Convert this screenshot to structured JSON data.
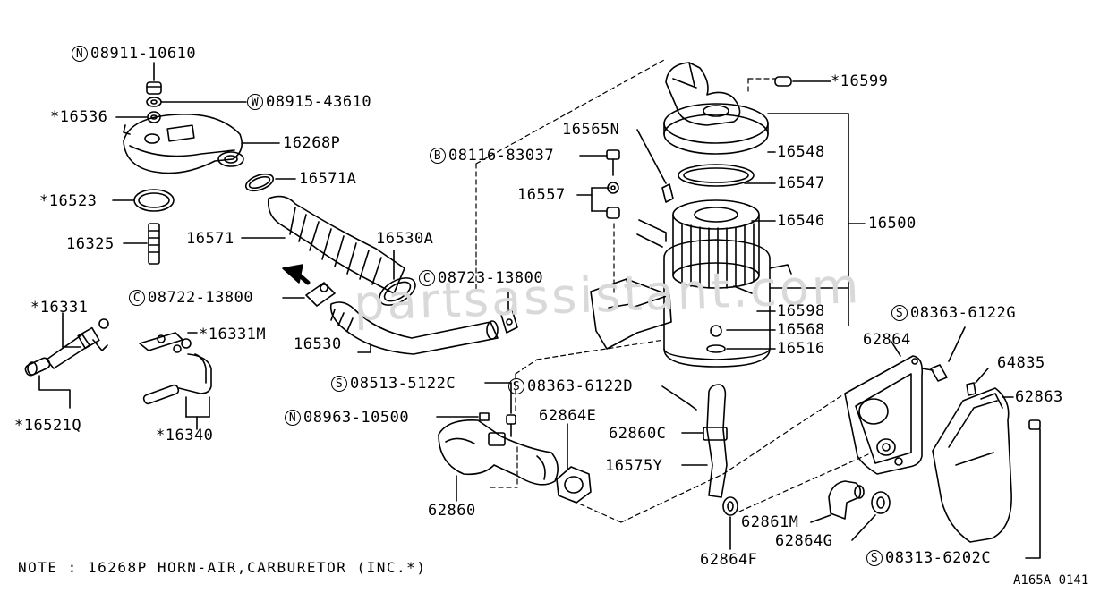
{
  "watermark": "partsassistant.com",
  "labels": {
    "n_08911_10610": {
      "prefix": "N",
      "text": "08911-10610"
    },
    "w_08915_43610": {
      "prefix": "W",
      "text": "08915-43610"
    },
    "p16536": {
      "text": "*16536"
    },
    "p16268P": {
      "text": "16268P"
    },
    "p16571A": {
      "text": "16571A"
    },
    "p16523": {
      "text": "*16523"
    },
    "p16325": {
      "text": "16325"
    },
    "p16571": {
      "text": "16571"
    },
    "p16530A": {
      "text": "16530A"
    },
    "c_08723_13800": {
      "prefix": "C",
      "text": "08723-13800"
    },
    "c_08722_13800": {
      "prefix": "C",
      "text": "08722-13800"
    },
    "p16331": {
      "text": "*16331"
    },
    "p16331M": {
      "text": "*16331M"
    },
    "p16530": {
      "text": "16530"
    },
    "p16521Q": {
      "text": "*16521Q"
    },
    "p16340": {
      "text": "*16340"
    },
    "p16599": {
      "text": "*16599"
    },
    "p16565N": {
      "text": "16565N"
    },
    "b_08116_83037": {
      "prefix": "B",
      "text": "08116-83037"
    },
    "p16548": {
      "text": "16548"
    },
    "p16547": {
      "text": "16547"
    },
    "p16557": {
      "text": "16557"
    },
    "p16546": {
      "text": "16546"
    },
    "p16500": {
      "text": "16500"
    },
    "p16598": {
      "text": "16598"
    },
    "p16568": {
      "text": "16568"
    },
    "p16516": {
      "text": "16516"
    },
    "s_08363_6122G": {
      "prefix": "S",
      "text": "08363-6122G"
    },
    "p62864": {
      "text": "62864"
    },
    "p64835": {
      "text": "64835"
    },
    "p62863": {
      "text": "62863"
    },
    "s_08513_5122C": {
      "prefix": "S",
      "text": "08513-5122C"
    },
    "s_08363_6122D": {
      "prefix": "S",
      "text": "08363-6122D"
    },
    "n_08963_10500": {
      "prefix": "N",
      "text": "08963-10500"
    },
    "p62864E": {
      "text": "62864E"
    },
    "p62860C": {
      "text": "62860C"
    },
    "p16575Y": {
      "text": "16575Y"
    },
    "p62860": {
      "text": "62860"
    },
    "p62861M": {
      "text": "62861M"
    },
    "p62864G": {
      "text": "62864G"
    },
    "p62864F": {
      "text": "62864F"
    },
    "s_08313_6202C": {
      "prefix": "S",
      "text": "08313-6202C"
    }
  },
  "note": "NOTE : 16268P HORN-AIR,CARBURETOR (INC.*)",
  "diagram_ref": "A165A 0141"
}
